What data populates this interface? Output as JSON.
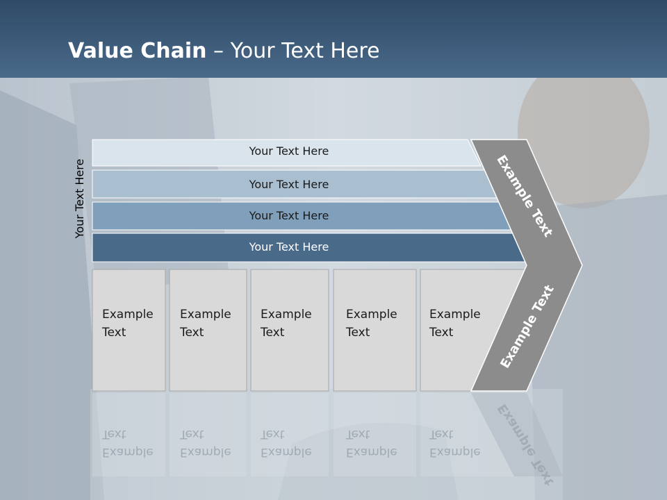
{
  "title": {
    "bold": "Value Chain",
    "rest": " – Your Text Here"
  },
  "side_label": "Your Text Here",
  "rows": [
    {
      "label": "Your Text Here"
    },
    {
      "label": "Your Text Here"
    },
    {
      "label": "Your Text Here"
    },
    {
      "label": "Your Text Here"
    }
  ],
  "boxes": [
    {
      "label": "Example\nText"
    },
    {
      "label": "Example\nText"
    },
    {
      "label": "Example\nText"
    },
    {
      "label": "Example\nText"
    },
    {
      "label": "Example\nText"
    }
  ],
  "chevron": {
    "top_label": "Example Text",
    "bottom_label": "Example Text"
  },
  "colors": {
    "row1": "#d9e4ec",
    "row2": "#a9bfd0",
    "row3": "#7f9fba",
    "row4": "#4a6a8a",
    "box": "#d9d9d9",
    "chevron": "#8c8c8c",
    "title_bar": "#2e4a66"
  }
}
